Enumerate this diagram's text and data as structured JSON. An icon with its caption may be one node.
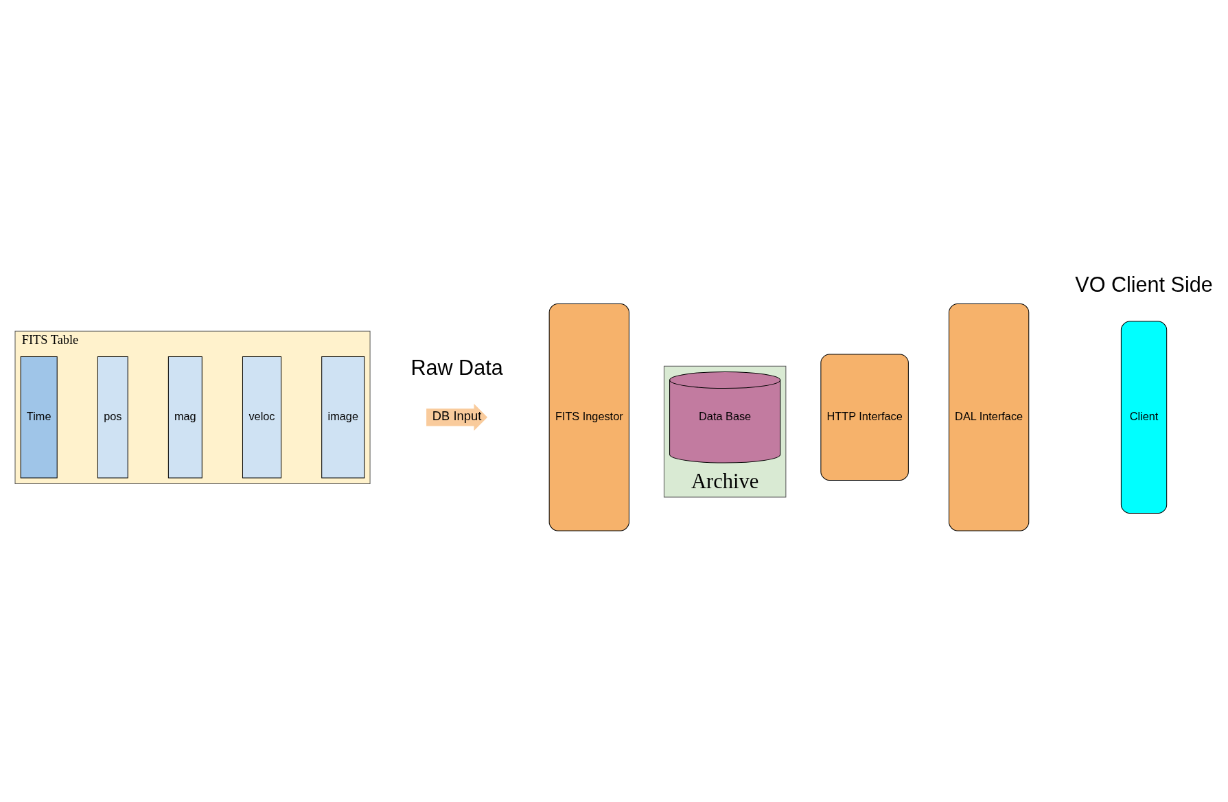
{
  "diagram": {
    "nodes": [
      {
        "text": [
          "Archive"
        ]
      },
      {
        "text": [
          "HTTP Interface"
        ]
      },
      {
        "text": [
          "FITS Ingestor"
        ]
      },
      {
        "text": [
          "FITS Table"
        ]
      },
      {
        "text": [
          "Time"
        ],
        "in": 3
      },
      {
        "text": [
          "pos"
        ],
        "in": 3
      },
      {
        "text": [
          "mag"
        ],
        "in": 3
      },
      {
        "text": [
          "veloc"
        ],
        "in": 3
      },
      {
        "text": [
          "image"
        ],
        "in": 3
      },
      {
        "text": [
          "DB Input"
        ]
      },
      {
        "text": [
          "Data Base"
        ],
        "in": 0
      },
      {
        "text": [
          "DAL Interface"
        ]
      },
      {
        "text": [
          "Client"
        ]
      }
    ],
    "labels": [
      "Raw Data",
      "VO Client Side"
    ]
  }
}
